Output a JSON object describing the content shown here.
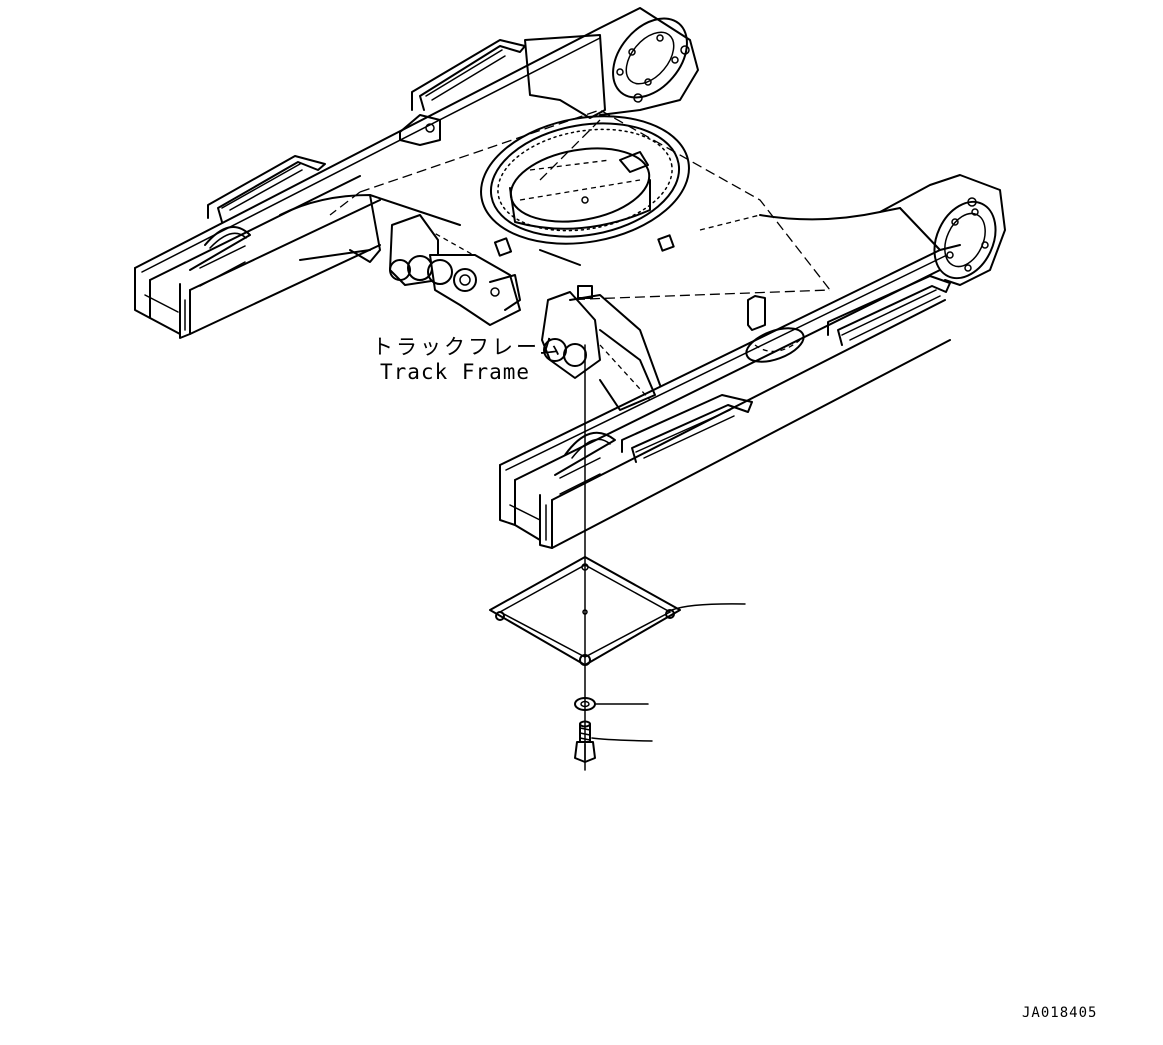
{
  "labels": {
    "part_name_jp": "トラックフレーム",
    "part_name_en": "Track Frame"
  },
  "drawing_code": "JA018405",
  "colors": {
    "line": "#000000",
    "background": "#ffffff"
  }
}
